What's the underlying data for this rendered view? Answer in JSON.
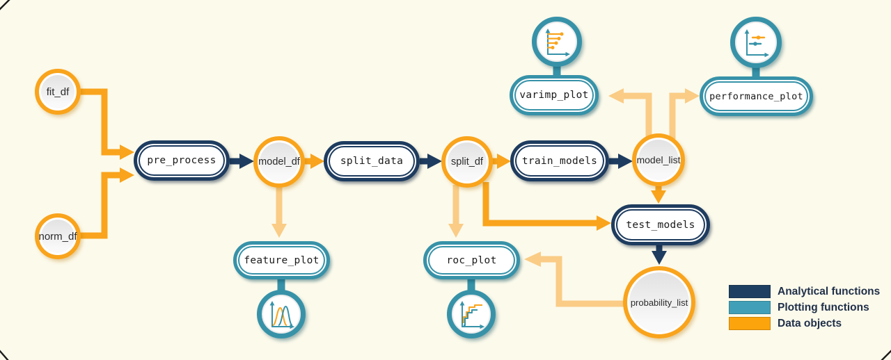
{
  "diagram": {
    "type": "flowchart",
    "description": "tidymodels-style machine learning pipeline diagram"
  },
  "colors": {
    "background": "#FCFAEB",
    "analytical_function": "#1E3C5F",
    "plotting_function": "#3792A8",
    "data_object": "#F9A41C",
    "light_arrow": "#FACC85",
    "node_fill": "#FFFFFF",
    "label_text": "#1A1A1A"
  },
  "nodes": {
    "fit_df": {
      "label": "fit_df",
      "type": "data-object"
    },
    "norm_df": {
      "label": "norm_df",
      "type": "data-object"
    },
    "pre_process": {
      "label": "pre_process",
      "type": "analytical-function"
    },
    "model_df": {
      "label": "model_df",
      "type": "data-object"
    },
    "split_data": {
      "label": "split_data",
      "type": "analytical-function"
    },
    "split_df": {
      "label": "split_df",
      "type": "data-object"
    },
    "train_models": {
      "label": "train_models",
      "type": "analytical-function"
    },
    "model_list": {
      "label": "model_list",
      "type": "data-object"
    },
    "varimp_plot": {
      "label": "varimp_plot",
      "type": "plotting-function"
    },
    "performance_plot": {
      "label": "performance_plot",
      "type": "plotting-function"
    },
    "feature_plot": {
      "label": "feature_plot",
      "type": "plotting-function"
    },
    "roc_plot": {
      "label": "roc_plot",
      "type": "plotting-function"
    },
    "test_models": {
      "label": "test_models",
      "type": "analytical-function"
    },
    "probability_list": {
      "label": "probability_list",
      "type": "data-object"
    }
  },
  "edges": [
    "fit_df -> pre_process",
    "norm_df -> pre_process",
    "pre_process -> model_df",
    "model_df -> split_data",
    "model_df -> feature_plot",
    "split_data -> split_df",
    "split_df -> train_models",
    "split_df -> roc_plot",
    "split_df -> test_models",
    "train_models -> model_list",
    "model_list -> varimp_plot",
    "model_list -> performance_plot",
    "model_list -> test_models",
    "test_models -> probability_list",
    "probability_list -> roc_plot"
  ],
  "icons": {
    "varimp": "lollipop-chart-icon",
    "performance": "pointrange-chart-icon",
    "feature": "density-curves-icon",
    "roc": "roc-step-curves-icon"
  },
  "legend": {
    "items": [
      {
        "label": "Analytical functions",
        "color": "#1E3F61"
      },
      {
        "label": "Plotting functions",
        "color": "#41A0B7"
      },
      {
        "label": "Data objects",
        "color": "#FCA40C"
      }
    ]
  }
}
